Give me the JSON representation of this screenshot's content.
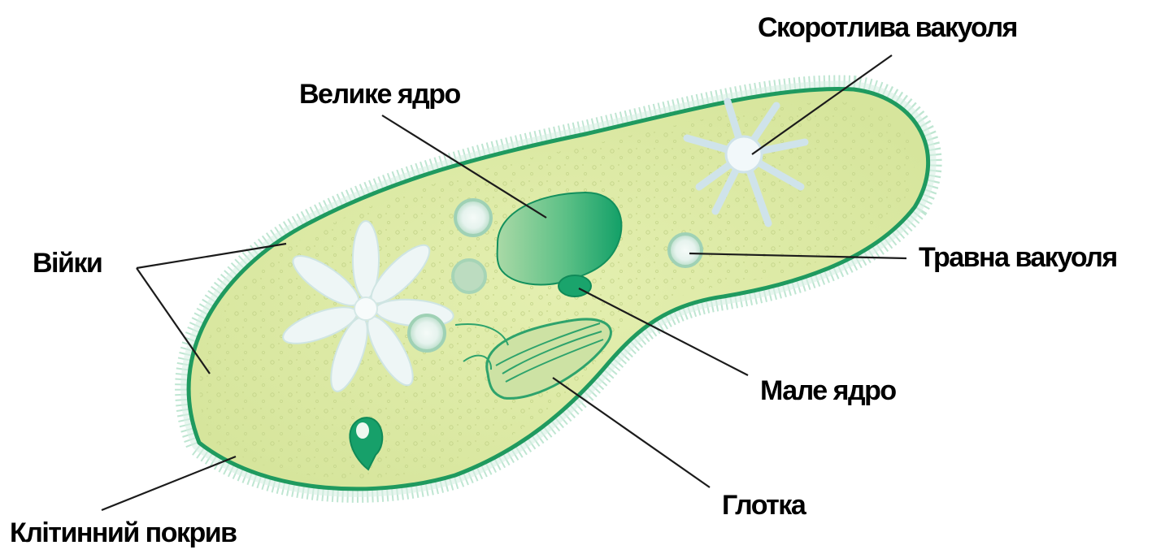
{
  "labels": {
    "contractile_vacuole": "Скоротлива вакуоля",
    "macronucleus": "Велике ядро",
    "cilia": "Війки",
    "digestive_vacuole": "Травна вакуоля",
    "micronucleus": "Мале ядро",
    "pharynx": "Глотка",
    "cell_membrane": "Клітинний покрив"
  },
  "colors": {
    "cytoplasm": "#dfeaa6",
    "membrane": "#1f9a5f",
    "cilia": "#9fdcc0",
    "nucleus": "#1fa26a",
    "vacuole": "#e9f4f2"
  }
}
